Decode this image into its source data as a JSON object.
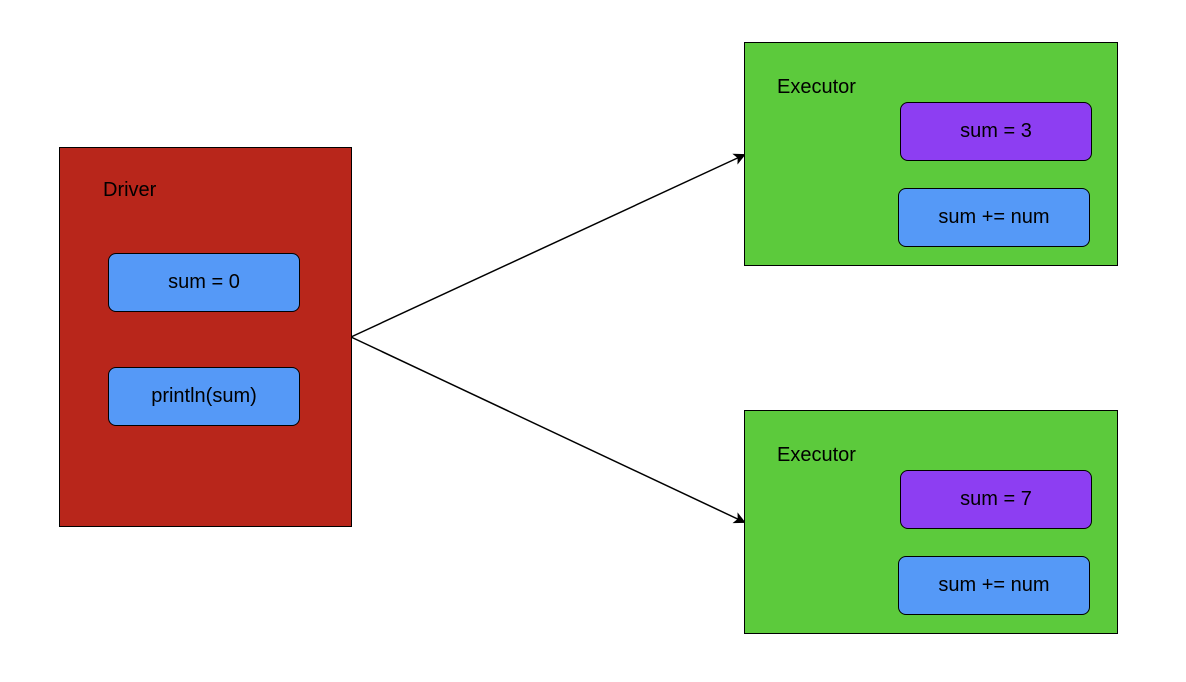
{
  "colors": {
    "driver_fill": "#b8261b",
    "executor_fill": "#5cca3c",
    "blue_node": "#5599f7",
    "purple_node": "#8d3ef2",
    "stroke": "#000000"
  },
  "driver": {
    "title": "Driver",
    "nodes": [
      "sum = 0",
      "println(sum)"
    ]
  },
  "executors": [
    {
      "title": "Executor",
      "sum_label": "sum = 3",
      "op_label": "sum += num"
    },
    {
      "title": "Executor",
      "sum_label": "sum = 7",
      "op_label": "sum += num"
    }
  ],
  "edges": [
    {
      "from": "driver",
      "to": "executor-1"
    },
    {
      "from": "driver",
      "to": "executor-2"
    }
  ]
}
